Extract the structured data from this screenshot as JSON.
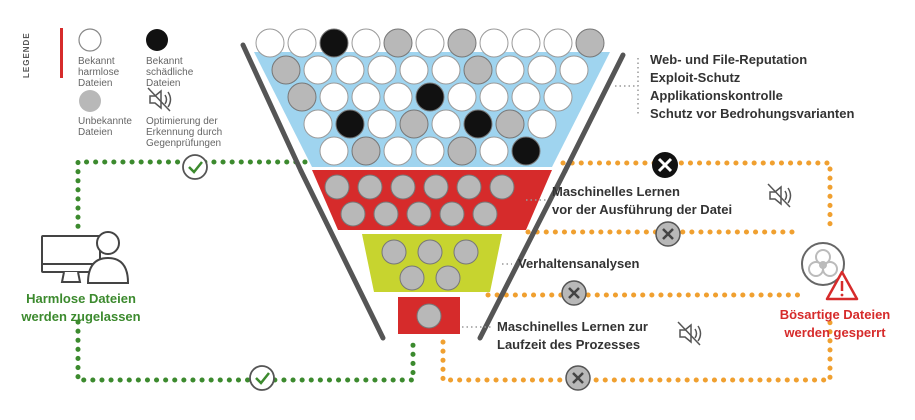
{
  "legend": {
    "title": "LEGENDE",
    "harmless": "Bekannt harmlose Dateien",
    "malicious": "Bekannt schädliche Dateien",
    "unknown": "Unbekannte Dateien",
    "optimization": "Optimierung der Erkennung durch Gegenprüfungen"
  },
  "stages": {
    "top": [
      "Web- und File-Reputation",
      "Exploit-Schutz",
      "Applikationskontrolle",
      "Schutz vor Bedrohungsvarianten"
    ],
    "ml_pre": [
      "Maschinelles Lernen",
      "vor der Ausführung der Datei"
    ],
    "behavior": "Verhaltensanalysen",
    "ml_runtime": [
      "Maschinelles Lernen zur",
      "Laufzeit des Prozesses"
    ]
  },
  "outcomes": {
    "allowed": [
      "Harmlose Dateien",
      "werden zugelassen"
    ],
    "blocked": [
      "Bösartige Dateien",
      "werden gesperrt"
    ]
  },
  "colors": {
    "funnel_top": "#9fd4ef",
    "funnel_ml": "#d62b2b",
    "funnel_behavior": "#c7d42f",
    "funnel_runtime": "#d62b2b",
    "green": "#3c8a2e",
    "orange": "#f0a030",
    "red": "#d62b2b",
    "ball_white": "#ffffff",
    "ball_grey": "#b8b8b8",
    "ball_black": "#111111"
  },
  "icons": {
    "monitor": "monitor-icon",
    "user": "user-icon",
    "biohazard": "biohazard-icon",
    "warning": "warning-icon",
    "check": "check-icon",
    "cross": "cross-icon",
    "mute": "mute-icon"
  }
}
